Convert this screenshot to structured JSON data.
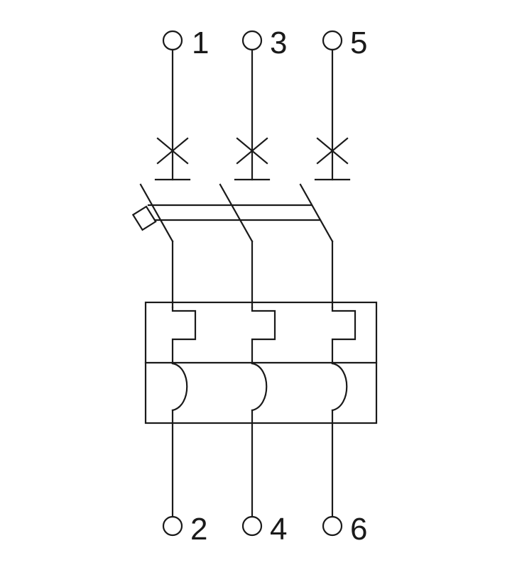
{
  "diagram": {
    "poles": [
      {
        "line_terminal": "1",
        "load_terminal": "2"
      },
      {
        "line_terminal": "3",
        "load_terminal": "4"
      },
      {
        "line_terminal": "5",
        "load_terminal": "6"
      }
    ],
    "colors": {
      "line": "#1a1a1a",
      "background": "#ffffff"
    }
  }
}
